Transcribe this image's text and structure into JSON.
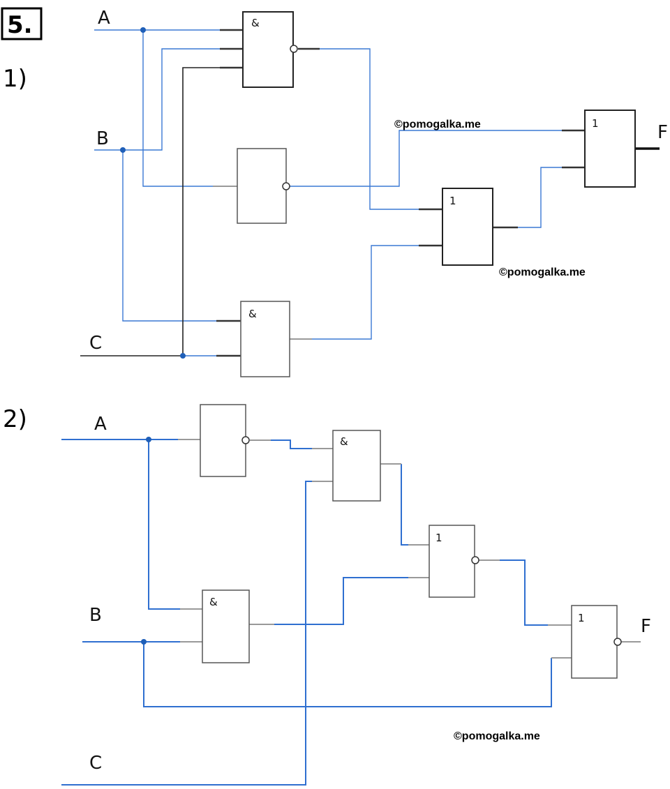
{
  "task_number": "5.",
  "parts": [
    {
      "label": "1)",
      "inputs": {
        "a": "A",
        "b": "B",
        "c": "C"
      },
      "output": "F",
      "gates": [
        "&",
        "",
        "&",
        "1",
        "1"
      ]
    },
    {
      "label": "2)",
      "inputs": {
        "a": "A",
        "b": "B",
        "c": "C"
      },
      "output": "F",
      "gates": [
        "",
        "&",
        "&",
        "1",
        "1"
      ]
    }
  ],
  "watermark": "©pomogalka.me",
  "colors": {
    "wire": "#3a78d4",
    "junction": "#1f5fb8"
  }
}
